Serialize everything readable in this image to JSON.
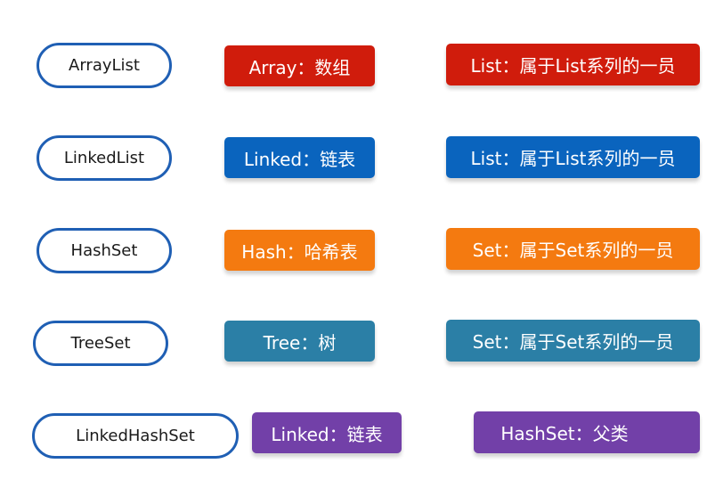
{
  "colors": {
    "pill_border": "#1f5fb4",
    "red": "#d01c0c",
    "blue": "#0a64be",
    "orange": "#f47a10",
    "teal": "#2b7fa6",
    "purple": "#7240a8"
  },
  "rows": [
    {
      "name": "ArrayList",
      "structure": "Array：数组",
      "family": "List：属于List系列的一员"
    },
    {
      "name": "LinkedList",
      "structure": "Linked：链表",
      "family": "List：属于List系列的一员"
    },
    {
      "name": "HashSet",
      "structure": "Hash：哈希表",
      "family": "Set：属于Set系列的一员"
    },
    {
      "name": "TreeSet",
      "structure": "Tree：树",
      "family": "Set：属于Set系列的一员"
    },
    {
      "name": "LinkedHashSet",
      "structure": "Linked：链表",
      "family": "HashSet：父类"
    }
  ]
}
